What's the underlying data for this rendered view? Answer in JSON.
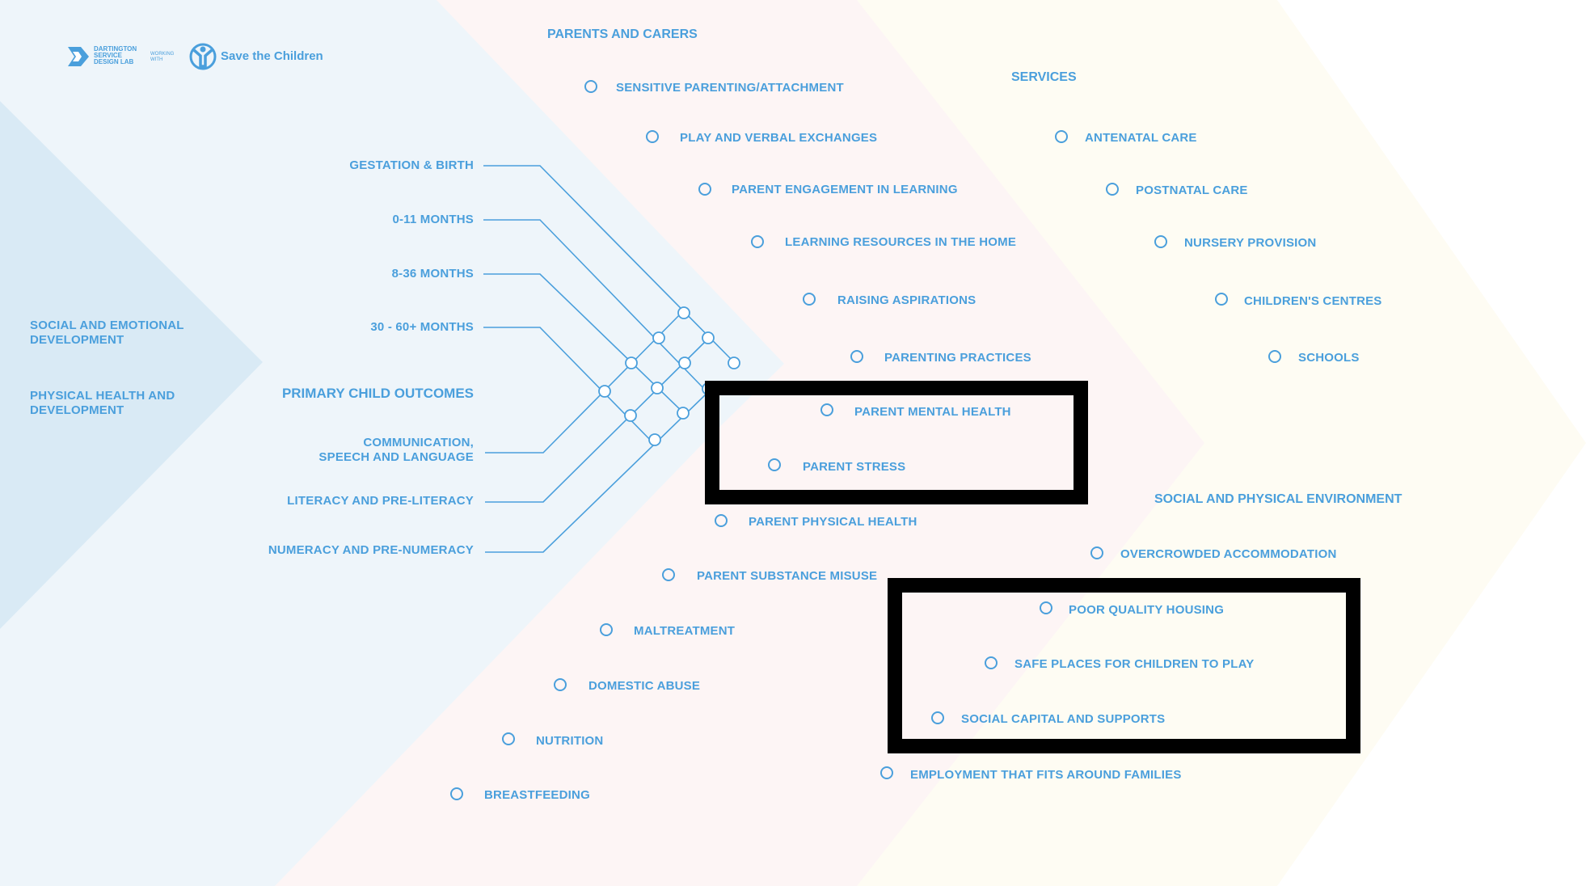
{
  "logo": {
    "dartington": "DARTINGTON\nSERVICE\nDESIGN LAB",
    "working_with": "WORKING\nWITH",
    "save_the_children": "Save the Children"
  },
  "left": {
    "social_emotional": "SOCIAL AND EMOTIONAL\nDEVELOPMENT",
    "physical_health": "PHYSICAL HEALTH AND\nDEVELOPMENT"
  },
  "stages": {
    "gestation": "GESTATION & BIRTH",
    "m0_11": "0-11 MONTHS",
    "m8_36": "8-36 MONTHS",
    "m30_60": "30 - 60+ MONTHS"
  },
  "outcomes": {
    "heading": "PRIMARY CHILD OUTCOMES",
    "communication": "COMMUNICATION,\nSPEECH AND LANGUAGE",
    "literacy": "LITERACY AND PRE-LITERACY",
    "numeracy": "NUMERACY AND PRE-NUMERACY"
  },
  "parents": {
    "heading": "PARENTS AND CARERS",
    "items": [
      "SENSITIVE PARENTING/ATTACHMENT",
      "PLAY AND VERBAL EXCHANGES",
      "PARENT ENGAGEMENT IN LEARNING",
      "LEARNING RESOURCES IN THE HOME",
      "RAISING ASPIRATIONS",
      "PARENTING PRACTICES",
      "PARENT MENTAL HEALTH",
      "PARENT STRESS",
      "PARENT PHYSICAL HEALTH",
      "PARENT SUBSTANCE MISUSE",
      "MALTREATMENT",
      "DOMESTIC ABUSE",
      "NUTRITION",
      "BREASTFEEDING"
    ]
  },
  "services": {
    "heading": "SERVICES",
    "items": [
      "ANTENATAL CARE",
      "POSTNATAL CARE",
      "NURSERY PROVISION",
      "CHILDREN'S CENTRES",
      "SCHOOLS"
    ]
  },
  "environment": {
    "heading": "SOCIAL AND PHYSICAL ENVIRONMENT",
    "items": [
      "OVERCROWDED ACCOMMODATION",
      "POOR QUALITY HOUSING",
      "SAFE PLACES FOR CHILDREN TO PLAY",
      "SOCIAL CAPITAL AND SUPPORTS",
      "EMPLOYMENT THAT FITS AROUND FAMILIES"
    ]
  },
  "colors": {
    "text": "#4a9fdc",
    "highlight_box": "#000000"
  }
}
